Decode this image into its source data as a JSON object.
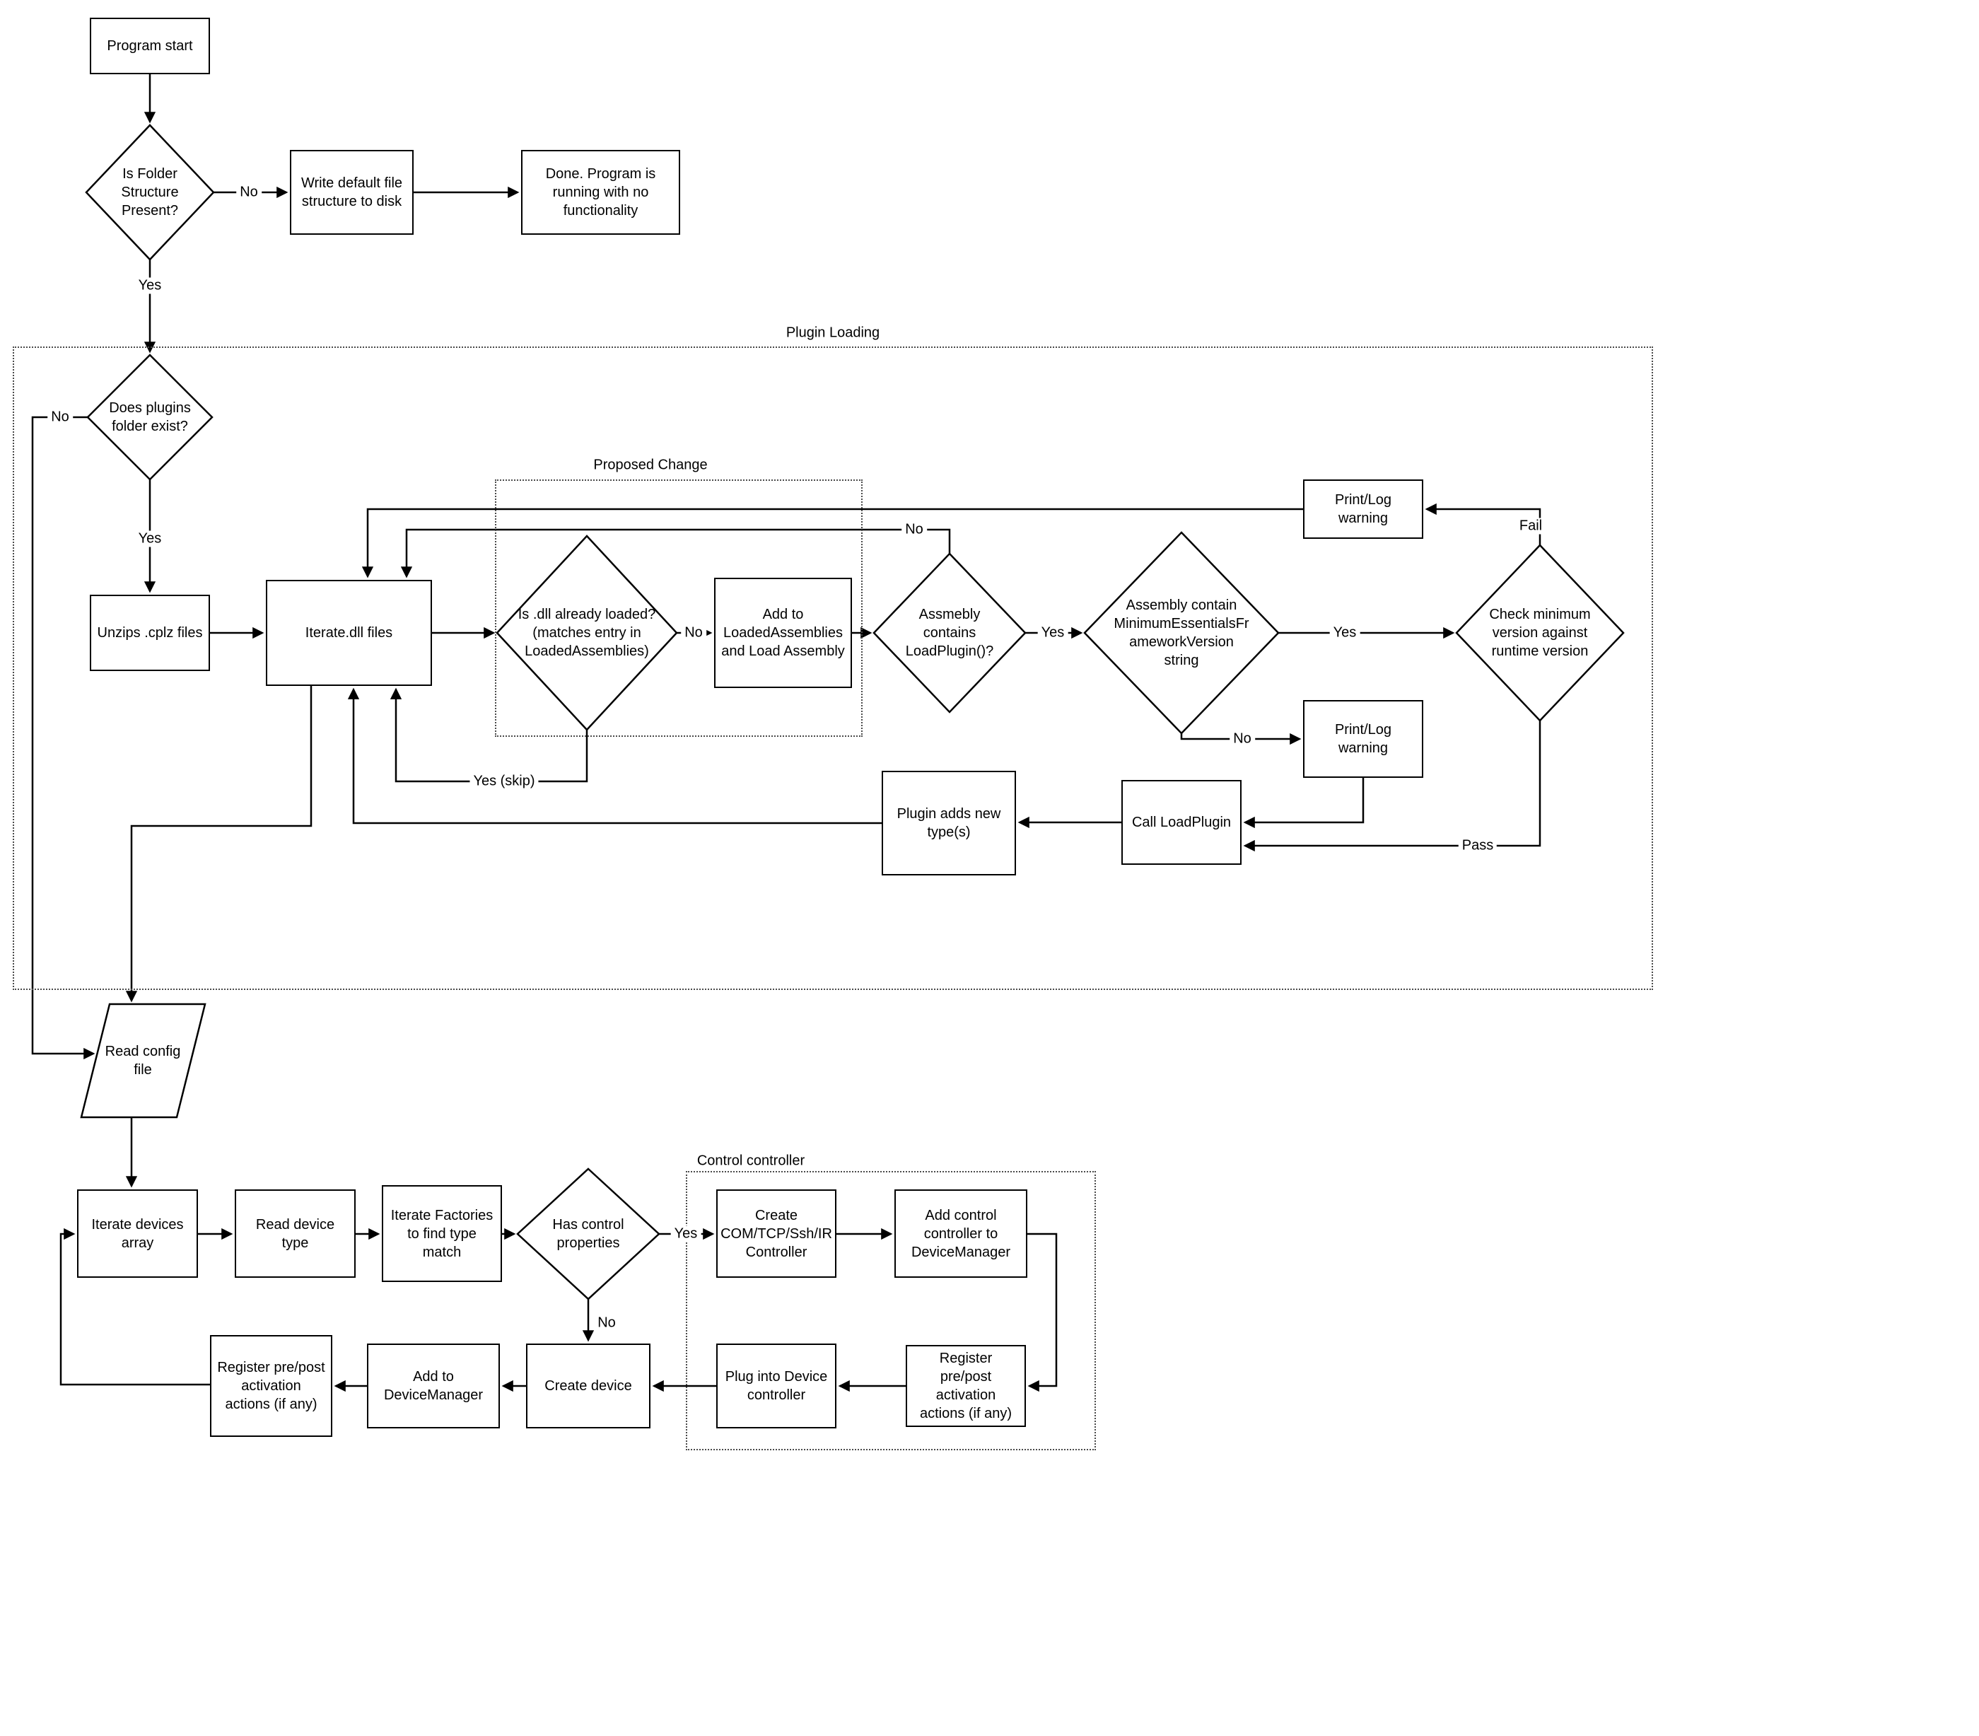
{
  "diagram": {
    "background": "#ffffff",
    "line_color": "#000000",
    "containers": {
      "plugin_loading": {
        "label": "Plugin Loading"
      },
      "proposed_change": {
        "label": "Proposed Change"
      },
      "control_controller": {
        "label": "Control controller"
      }
    },
    "nodes": {
      "program_start": {
        "label": "Program start"
      },
      "is_folder_structure": {
        "label": "Is Folder Structure Present?"
      },
      "write_default": {
        "label": "Write default file structure to disk"
      },
      "done_no_functionality": {
        "label": "Done.  Program is running with no functionality"
      },
      "does_plugins_folder_exist": {
        "label": "Does plugins folder exist?"
      },
      "unzips_cplz": {
        "label": "Unzips .cplz files"
      },
      "iterate_dll": {
        "label": "Iterate.dll files"
      },
      "is_dll_loaded": {
        "label": "Is .dll already loaded? (matches entry in LoadedAssemblies)"
      },
      "add_to_loaded": {
        "label": "Add to LoadedAssemblies and Load Assembly"
      },
      "assembly_contains_loadplugin": {
        "label": "Assmebly contains LoadPlugin()?"
      },
      "assembly_contains_minversion": {
        "label": "Assembly contain MinimumEssentialsFrameworkVersion string"
      },
      "check_min_version": {
        "label": "Check minimum version against runtime version"
      },
      "printlog_warning_top": {
        "label": "Print/Log warning"
      },
      "printlog_warning_bottom": {
        "label": "Print/Log warning"
      },
      "call_loadplugin": {
        "label": "Call LoadPlugin"
      },
      "plugin_adds_types": {
        "label": "Plugin adds new type(s)"
      },
      "read_config": {
        "label": "Read config file"
      },
      "iterate_devices": {
        "label": "Iterate devices array"
      },
      "read_device_type": {
        "label": "Read device type"
      },
      "iterate_factories": {
        "label": "Iterate Factories to find type match"
      },
      "has_control_properties": {
        "label": "Has control properties"
      },
      "create_controller": {
        "label": "Create COM/TCP/Ssh/IR Controller"
      },
      "add_control_controller": {
        "label": "Add control controller to DeviceManager"
      },
      "register_prepost_right": {
        "label": "Register pre/post activation actions (if any)"
      },
      "plug_into_device": {
        "label": "Plug into Device controller"
      },
      "create_device": {
        "label": "Create device"
      },
      "add_to_devicemanager": {
        "label": "Add to DeviceManager"
      },
      "register_prepost_left": {
        "label": "Register pre/post activation actions (if any)"
      }
    },
    "edge_labels": {
      "folder_no": "No",
      "folder_yes": "Yes",
      "plugins_yes": "Yes",
      "plugins_no": "No",
      "loaded_no": "No",
      "loaded_yes_skip": "Yes (skip)",
      "loadplugin_no": "No",
      "loadplugin_yes": "Yes",
      "minversion_yes": "Yes",
      "minversion_no": "No",
      "check_fail": "Fail",
      "check_pass": "Pass",
      "control_yes": "Yes",
      "control_no": "No"
    }
  }
}
